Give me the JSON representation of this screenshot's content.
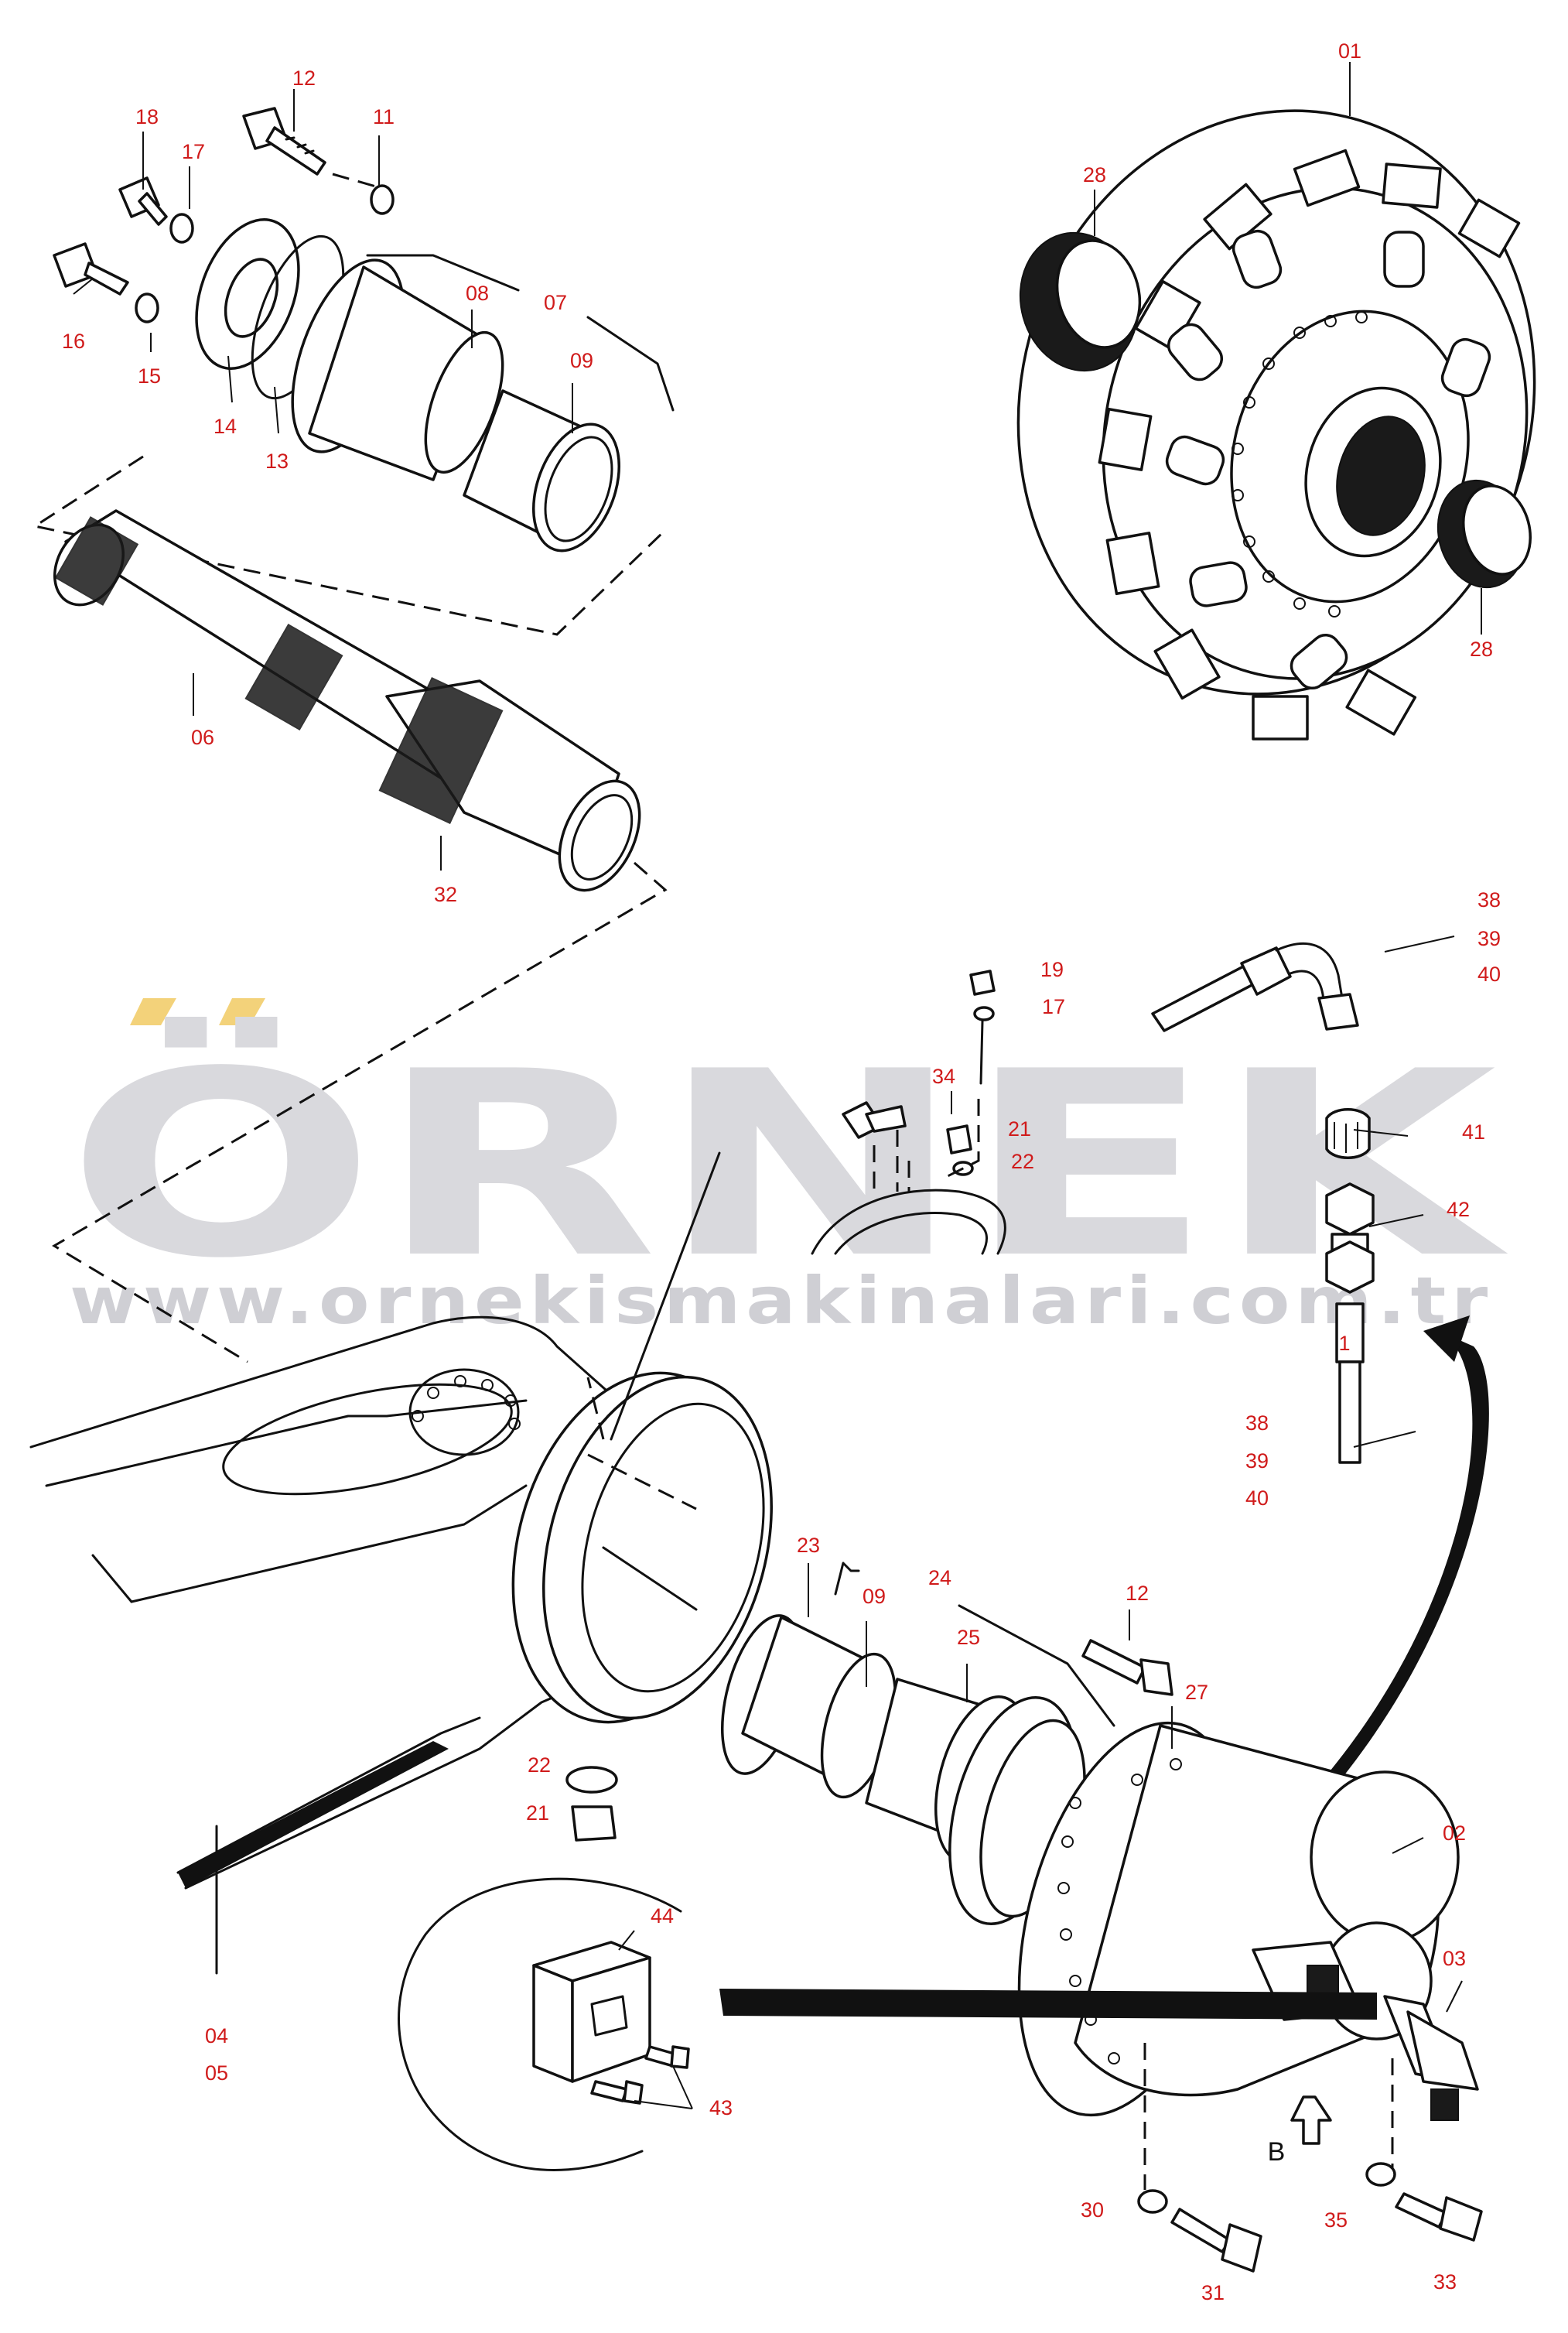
{
  "watermark": {
    "brand": "ÖRNEK",
    "url": "www.ornekismakinalari.com.tr",
    "colors": {
      "brand": "#d9d9dd",
      "accent": "#f3d27a"
    }
  },
  "labels": {
    "p01": "01",
    "p02": "02",
    "p03": "03",
    "p04": "04",
    "p05": "05",
    "p06": "06",
    "p07": "07",
    "p08": "08",
    "p09a": "09",
    "p09b": "09",
    "p11": "11",
    "p12a": "12",
    "p12b": "12",
    "p13": "13",
    "p14": "14",
    "p15": "15",
    "p16": "16",
    "p17a": "17",
    "p17b": "17",
    "p18": "18",
    "p19": "19",
    "p21a": "21",
    "p21b": "21",
    "p22a": "22",
    "p22b": "22",
    "p23": "23",
    "p24": "24",
    "p25": "25",
    "p27": "27",
    "p28a": "28",
    "p28b": "28",
    "p30": "30",
    "p31": "31",
    "p32": "32",
    "p33": "33",
    "p34": "34",
    "p35": "35",
    "p38a": "38",
    "p39a": "39",
    "p40a": "40",
    "p38b": "38",
    "p39b": "39",
    "p40b": "40",
    "p41": "41",
    "p42": "42",
    "p43": "43",
    "p44": "44",
    "p1": "1",
    "viewB": "B"
  },
  "label_color": "#d01b1b"
}
